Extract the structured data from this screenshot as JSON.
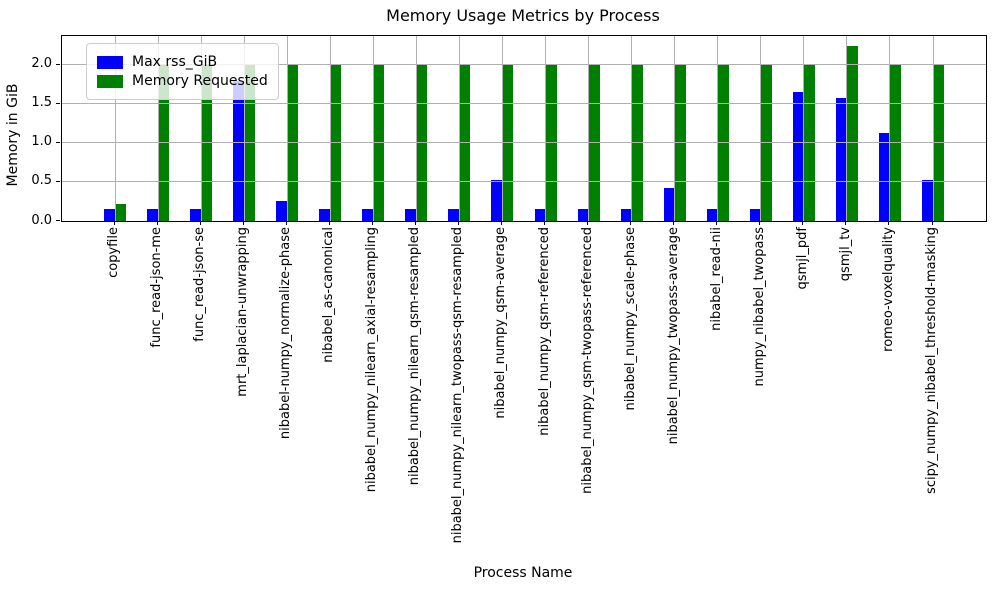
{
  "chart_data": {
    "type": "bar",
    "title": "Memory Usage Metrics by Process",
    "xlabel": "Process Name",
    "ylabel": "Memory in GiB",
    "ylim": [
      0,
      2.37
    ],
    "yticks": [
      0.0,
      0.5,
      1.0,
      1.5,
      2.0
    ],
    "grid": true,
    "legend_position": "upper-left",
    "categories": [
      "copyfile",
      "func_read-json-me",
      "func_read-json-se",
      "mrt_laplacian-unwrapping",
      "nibabel-numpy_normalize-phase",
      "nibabel_as-canonical",
      "nibabel_numpy_nilearn_axial-resampling",
      "nibabel_numpy_nilearn_qsm-resampled",
      "nibabel_numpy_nilearn_twopass-qsm-resampled",
      "nibabel_numpy_qsm-average",
      "nibabel_numpy_qsm-referenced",
      "nibabel_numpy_qsm-twopass-referenced",
      "nibabel_numpy_scale-phase",
      "nibabel_numpy_twopass-average",
      "nibabel_read-nii",
      "numpy_nibabel_twopass",
      "qsmjl_pdf",
      "qsmjl_tv",
      "romeo-voxelquality",
      "scipy_numpy_nibabel_threshold-masking"
    ],
    "series": [
      {
        "name": "Max rss_GiB",
        "color": "#0000ff",
        "values": [
          0.16,
          0.15,
          0.15,
          1.79,
          0.26,
          0.15,
          0.15,
          0.16,
          0.15,
          0.52,
          0.16,
          0.16,
          0.15,
          0.42,
          0.15,
          0.16,
          1.65,
          1.57,
          1.13,
          0.52
        ]
      },
      {
        "name": "Memory Requested",
        "color": "#008000",
        "values": [
          0.22,
          2.0,
          2.0,
          2.0,
          2.0,
          2.0,
          2.0,
          2.0,
          2.0,
          2.0,
          2.0,
          2.0,
          2.0,
          2.0,
          2.0,
          2.0,
          2.0,
          2.24,
          2.0,
          2.0
        ]
      }
    ]
  }
}
